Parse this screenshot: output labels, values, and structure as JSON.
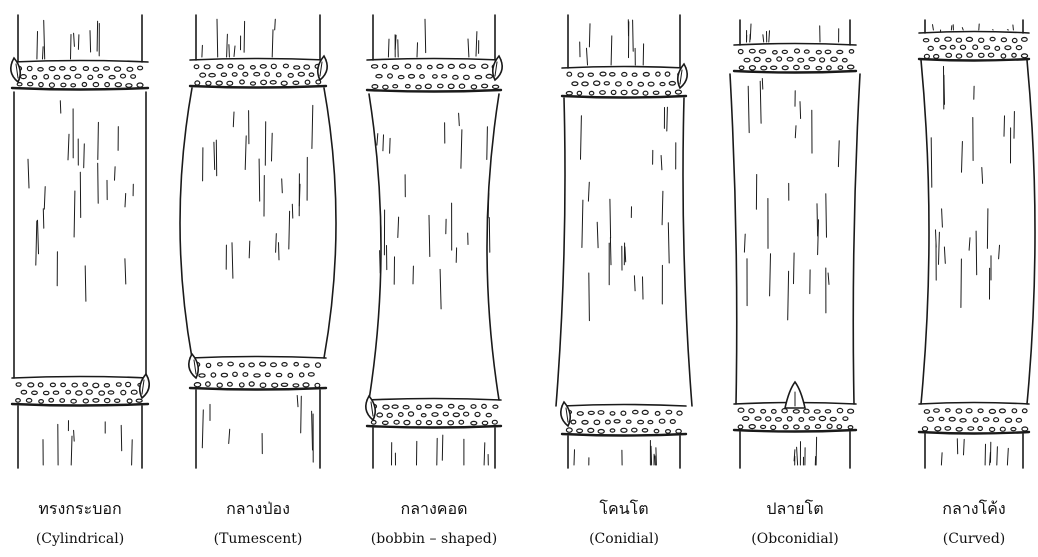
{
  "stem_types": [
    {
      "id": "cylindrical",
      "thai": "ทรงกระบอก",
      "english": "(Cylindrical)"
    },
    {
      "id": "tumescent",
      "thai": "กลางป่อง",
      "english": "(Tumescent)"
    },
    {
      "id": "bobbin-shaped",
      "thai": "กลางคอด",
      "english": "(bobbin – shaped)"
    },
    {
      "id": "conidial",
      "thai": "โคนโต",
      "english": "(Conidial)"
    },
    {
      "id": "obconidial",
      "thai": "ปลายโต",
      "english": "(Obconidial)"
    },
    {
      "id": "curved",
      "thai": "กลางโค้ง",
      "english": "(Curved)"
    }
  ]
}
